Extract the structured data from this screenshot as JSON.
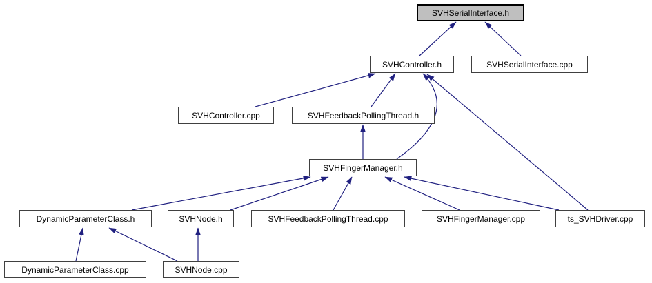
{
  "diagram": {
    "type": "include-dependency-graph",
    "root_label": "SVHSerialInterface.h",
    "colors": {
      "edge": "#202080",
      "root_fill": "#bfbfbf",
      "node_fill": "#ffffff",
      "node_border": "#404040",
      "root_border": "#000000",
      "background": "#ffffff",
      "text": "#000000"
    },
    "nodes": [
      {
        "label": "SVHSerialInterface.h",
        "role": "root"
      },
      {
        "label": "SVHController.h"
      },
      {
        "label": "SVHSerialInterface.cpp"
      },
      {
        "label": "SVHController.cpp"
      },
      {
        "label": "SVHFeedbackPollingThread.h"
      },
      {
        "label": "SVHFingerManager.h"
      },
      {
        "label": "DynamicParameterClass.h"
      },
      {
        "label": "SVHNode.h"
      },
      {
        "label": "SVHFeedbackPollingThread.cpp"
      },
      {
        "label": "SVHFingerManager.cpp"
      },
      {
        "label": "ts_SVHDriver.cpp"
      },
      {
        "label": "DynamicParameterClass.cpp"
      },
      {
        "label": "SVHNode.cpp"
      }
    ],
    "edges": [
      {
        "from": "SVHController.h",
        "to": "SVHSerialInterface.h"
      },
      {
        "from": "SVHSerialInterface.cpp",
        "to": "SVHSerialInterface.h"
      },
      {
        "from": "SVHController.cpp",
        "to": "SVHController.h"
      },
      {
        "from": "SVHFeedbackPollingThread.h",
        "to": "SVHController.h"
      },
      {
        "from": "SVHFingerManager.h",
        "to": "SVHController.h",
        "shape": "curved"
      },
      {
        "from": "ts_SVHDriver.cpp",
        "to": "SVHController.h"
      },
      {
        "from": "SVHFingerManager.h",
        "to": "SVHFeedbackPollingThread.h"
      },
      {
        "from": "DynamicParameterClass.h",
        "to": "SVHFingerManager.h"
      },
      {
        "from": "SVHNode.h",
        "to": "SVHFingerManager.h"
      },
      {
        "from": "SVHFeedbackPollingThread.cpp",
        "to": "SVHFingerManager.h"
      },
      {
        "from": "SVHFingerManager.cpp",
        "to": "SVHFingerManager.h"
      },
      {
        "from": "ts_SVHDriver.cpp",
        "to": "SVHFingerManager.h"
      },
      {
        "from": "DynamicParameterClass.cpp",
        "to": "DynamicParameterClass.h"
      },
      {
        "from": "SVHNode.cpp",
        "to": "DynamicParameterClass.h"
      },
      {
        "from": "SVHNode.cpp",
        "to": "SVHNode.h"
      }
    ]
  }
}
